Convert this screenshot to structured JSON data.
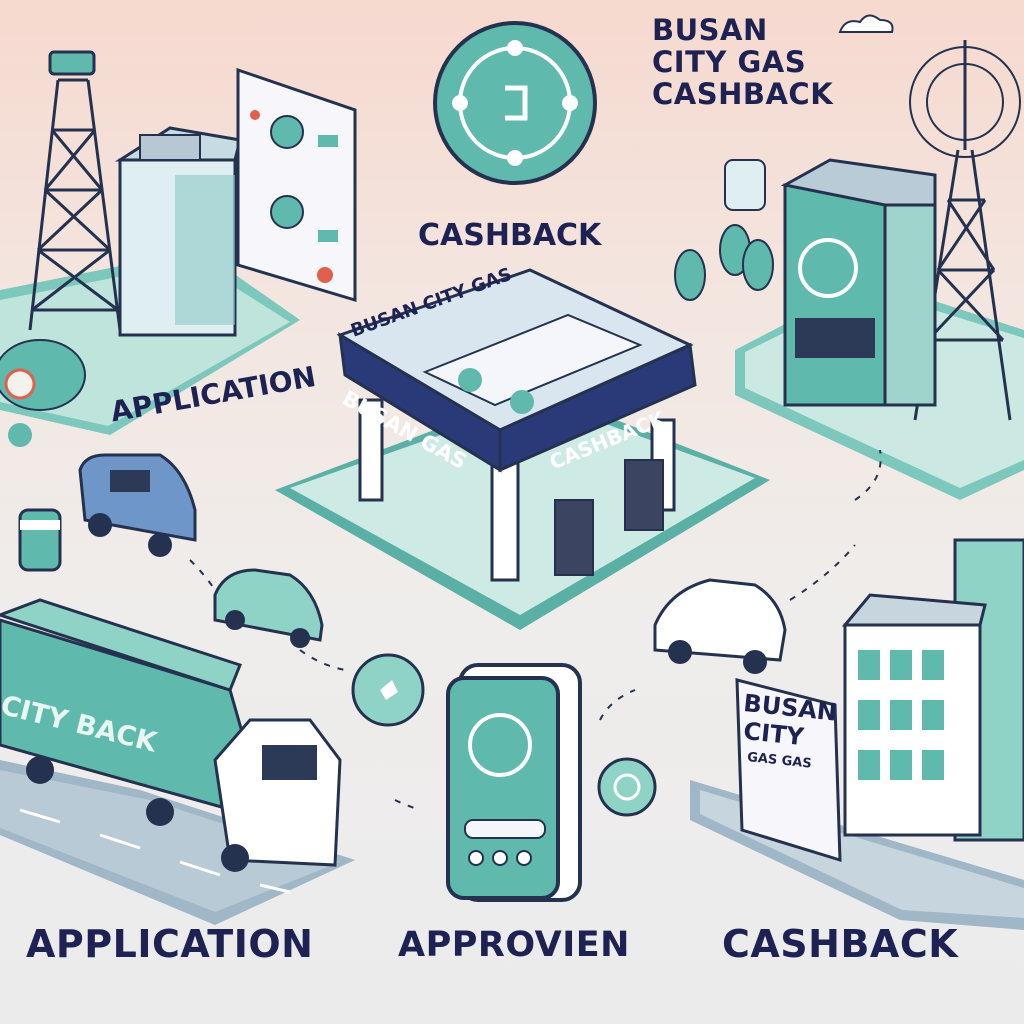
{
  "title": [
    "BUSAN",
    "CITY GAS",
    "CASHBACK"
  ],
  "labels": {
    "cashback_top": "CASHBACK",
    "application_mid": "APPLICATION",
    "application_bottom": "APPLICATION",
    "approvien_bottom": "APPROVIEN",
    "cashback_bottom": "CASHBACK"
  },
  "station": {
    "canopy_top": "BUSAN CITY GAS",
    "canopy_front_left": "BUSAN GAS",
    "canopy_front_right": "CASHBACK"
  },
  "truck": {
    "side_text_1": "CITY BACK"
  },
  "billboard": {
    "line1": "BUSAN",
    "line2": "CITY",
    "line3": "GAS GAS"
  },
  "colors": {
    "teal": "#5fb9ad",
    "teal_light": "#8fd3c7",
    "navy": "#1d2252",
    "road": "#9fb7c7"
  }
}
